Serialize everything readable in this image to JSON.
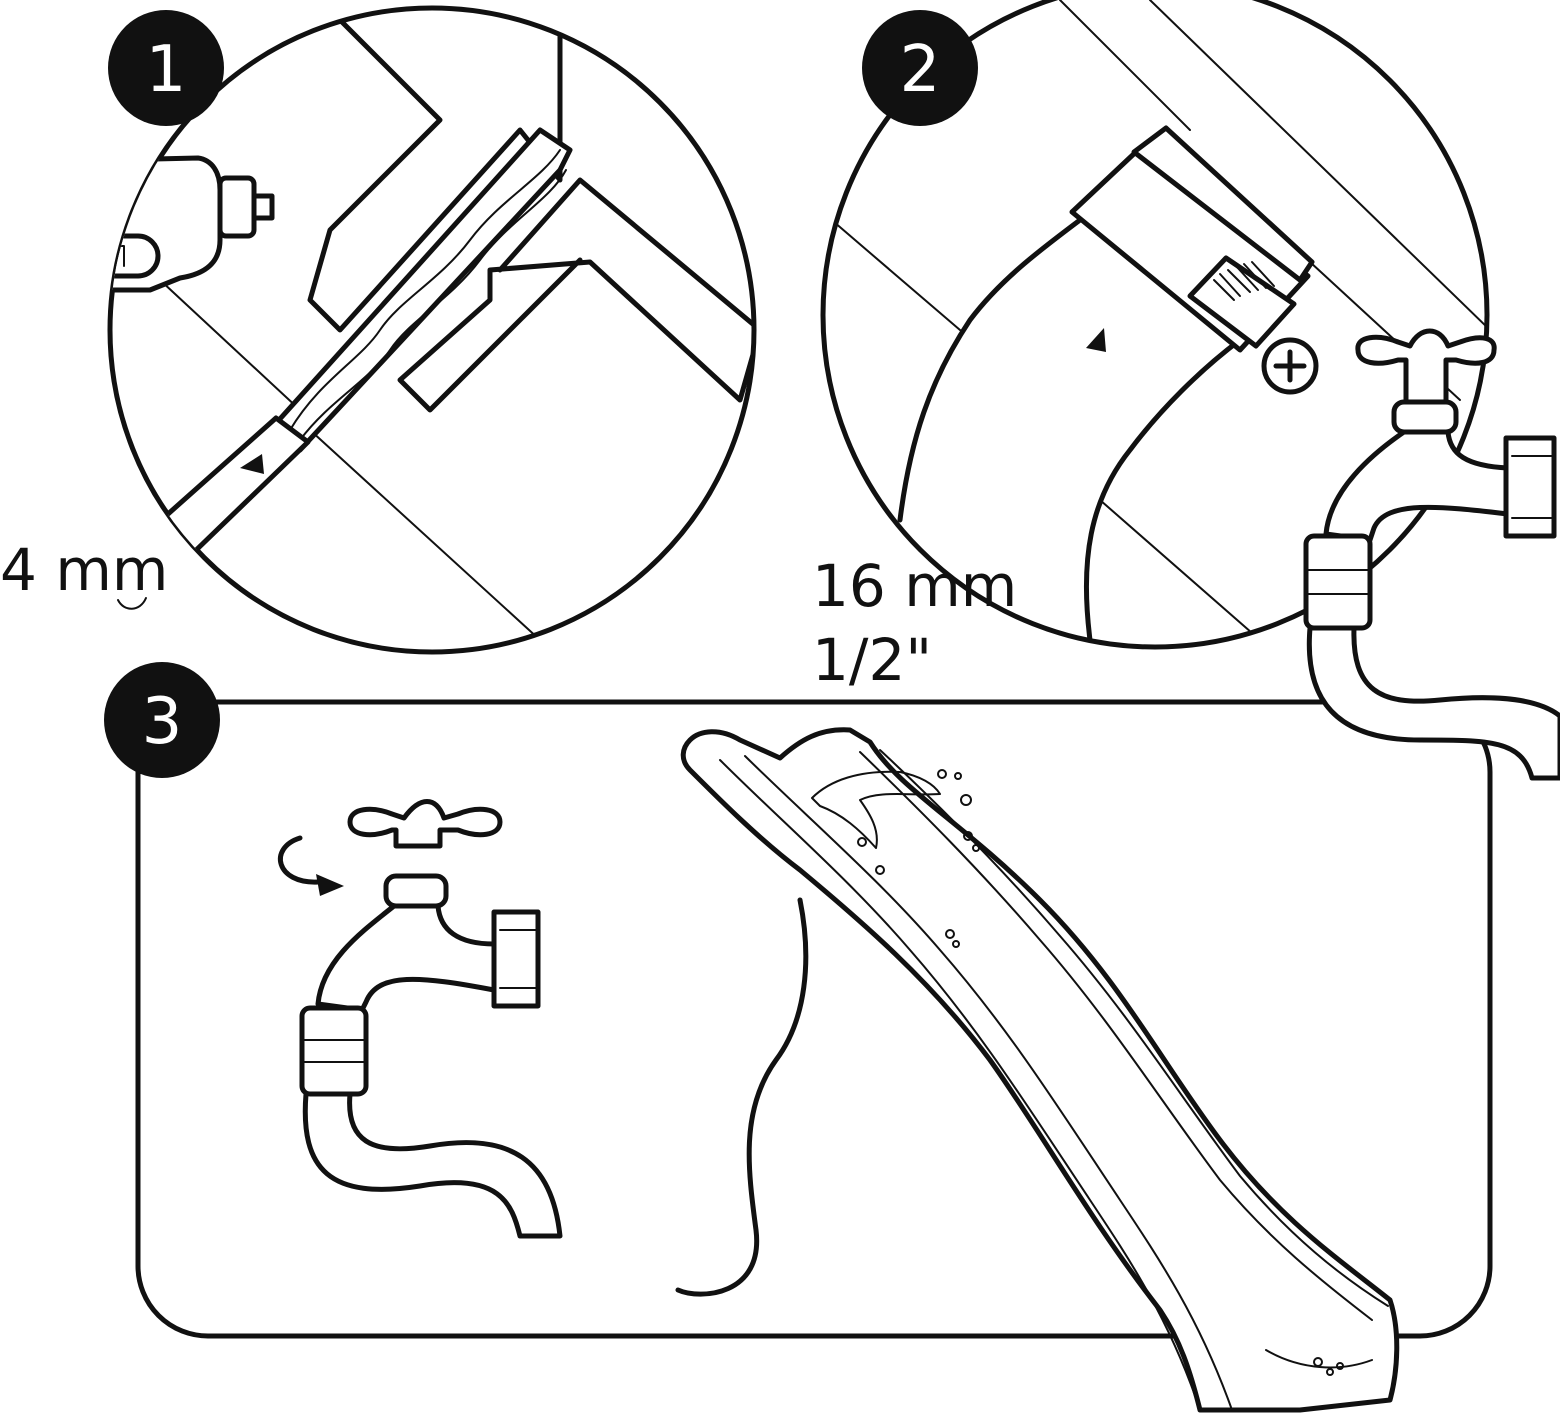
{
  "steps": [
    {
      "number": "1",
      "measurement": "4 mm"
    },
    {
      "number": "2",
      "measurement": "16 mm",
      "measurement_alt": "1/2\""
    },
    {
      "number": "3"
    }
  ],
  "colors": {
    "ink": "#111111",
    "paper": "#ffffff"
  }
}
